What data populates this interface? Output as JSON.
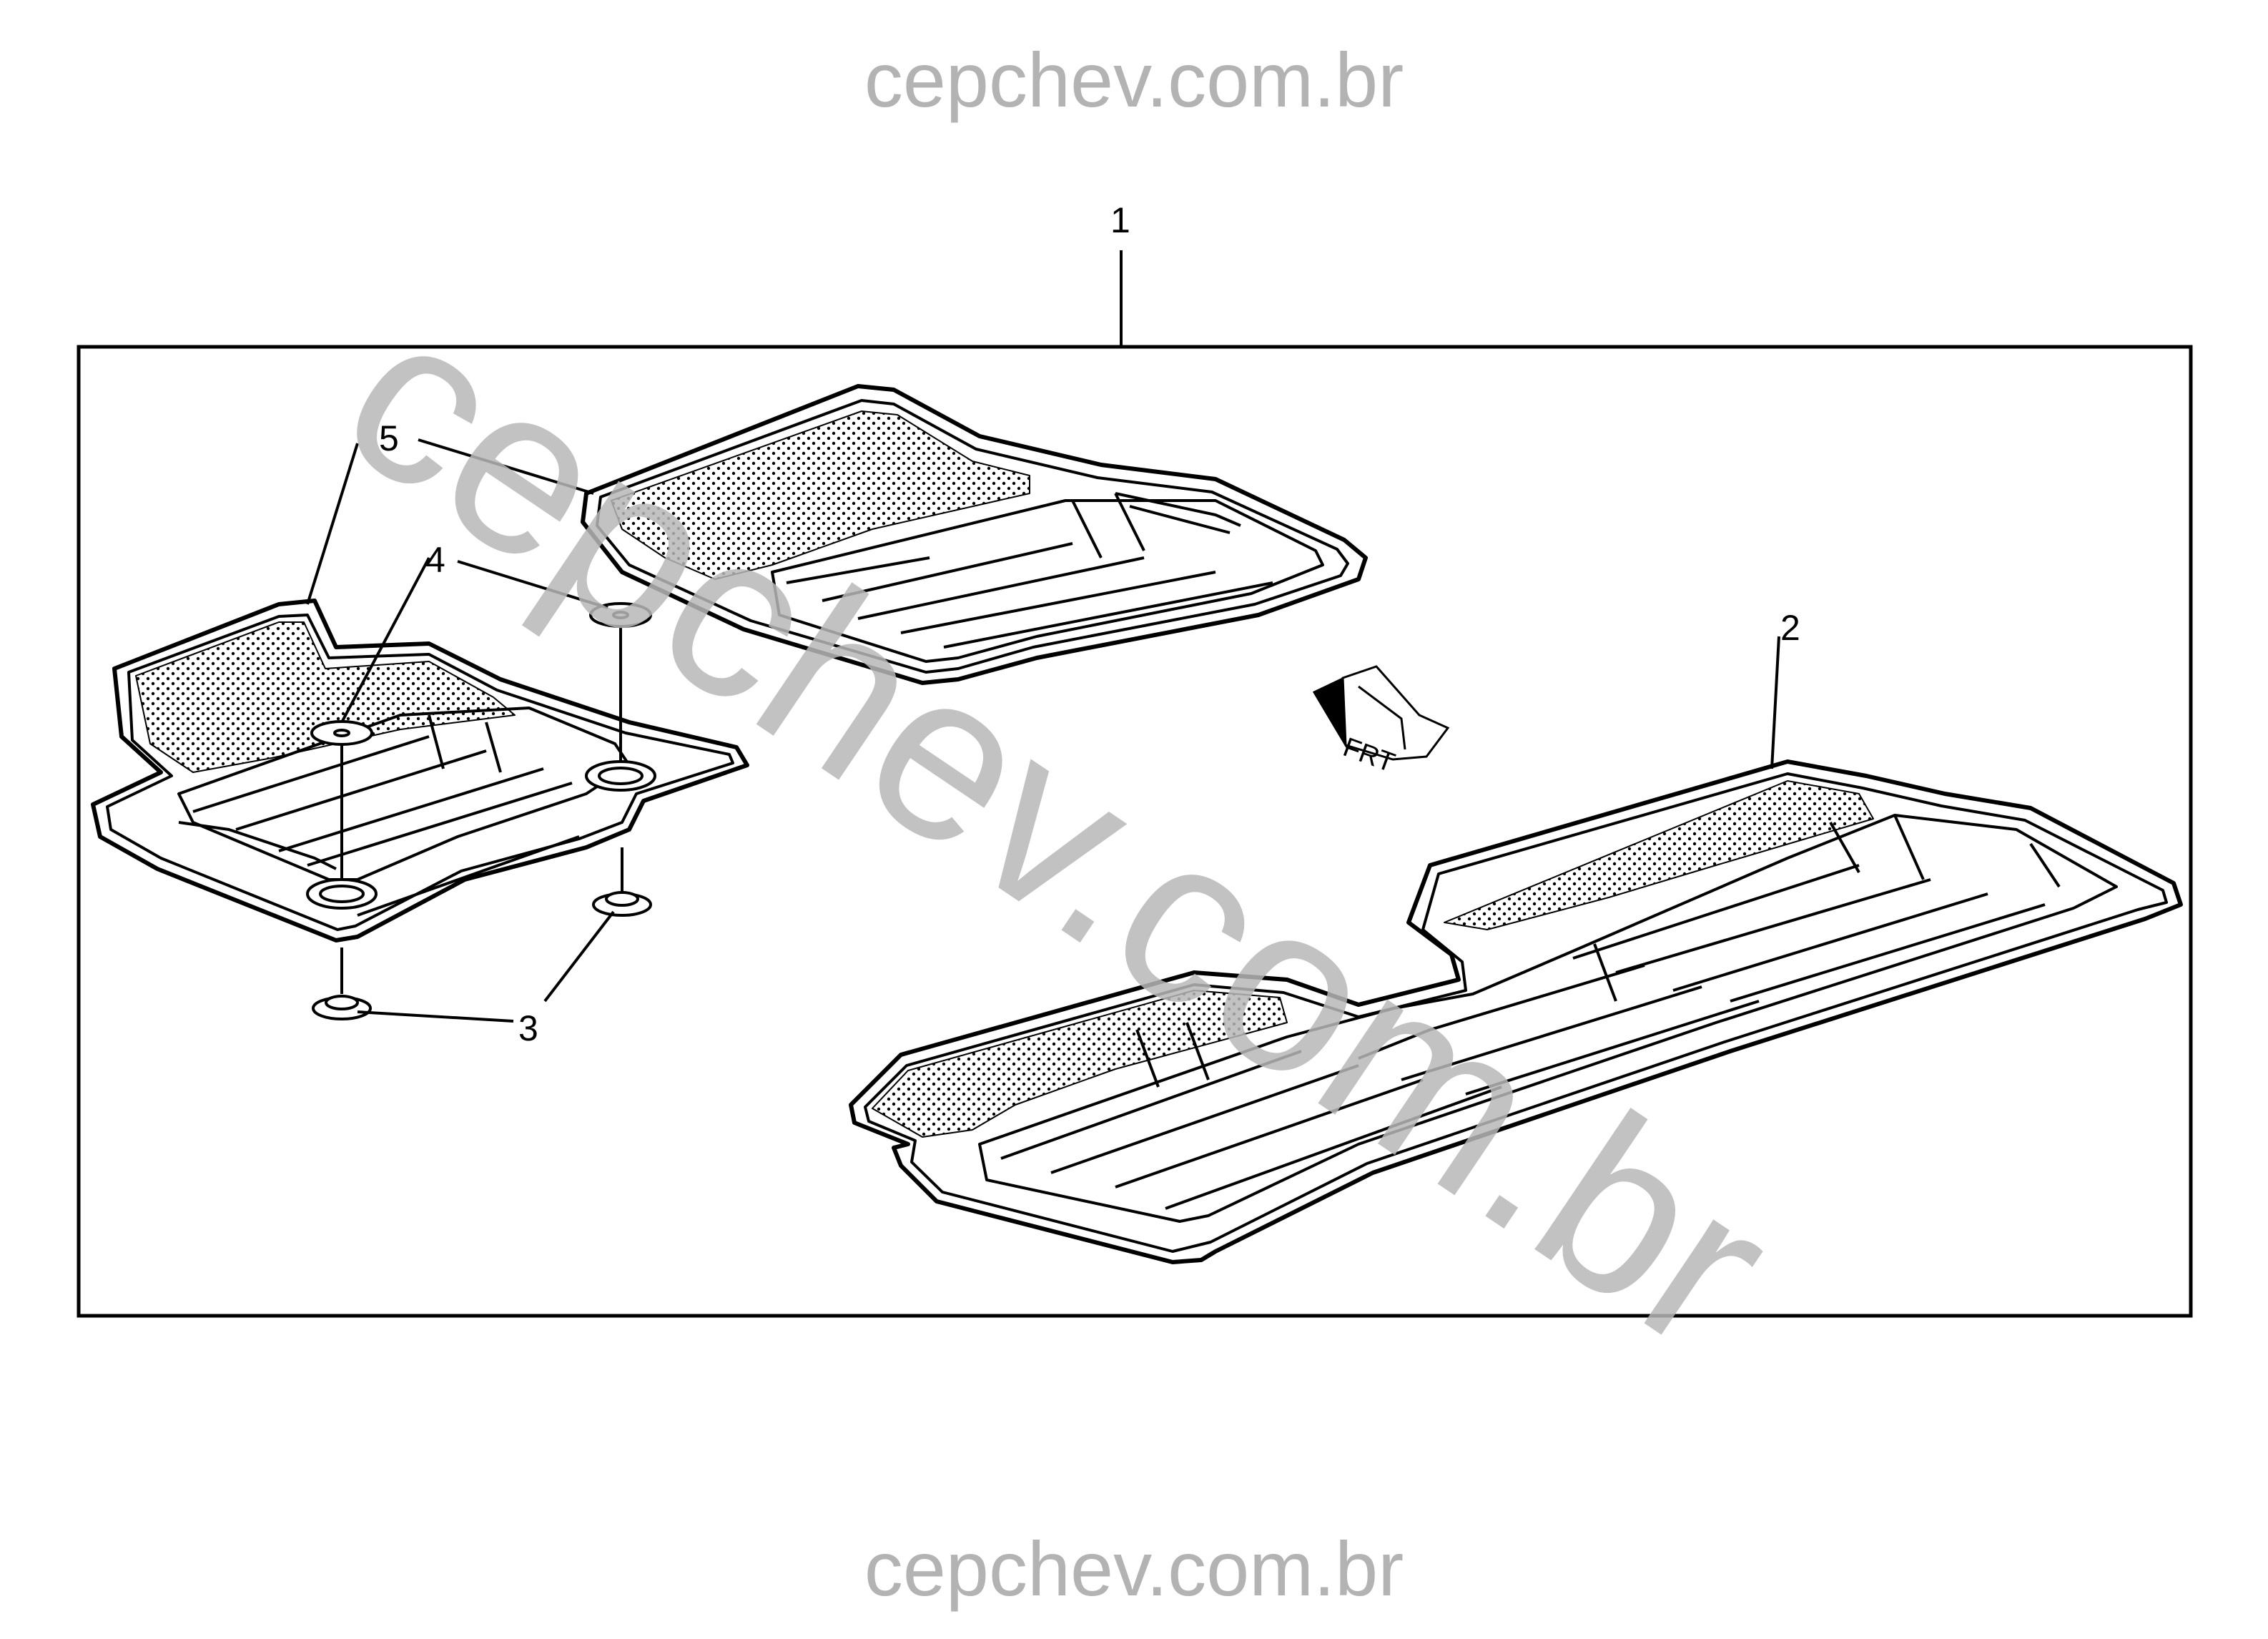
{
  "watermark": {
    "top": "cepchev.com.br",
    "bottom": "cepchev.com.br",
    "diagonal": "cepchev.com.br"
  },
  "callouts": {
    "c1": "1",
    "c2": "2",
    "c3": "3",
    "c4": "4",
    "c5": "5"
  },
  "front_indicator": {
    "label": "FRT",
    "icon": "front-arrow-icon"
  },
  "colors": {
    "line": "#000000",
    "watermark": "#b3b3b3",
    "background": "#ffffff"
  }
}
